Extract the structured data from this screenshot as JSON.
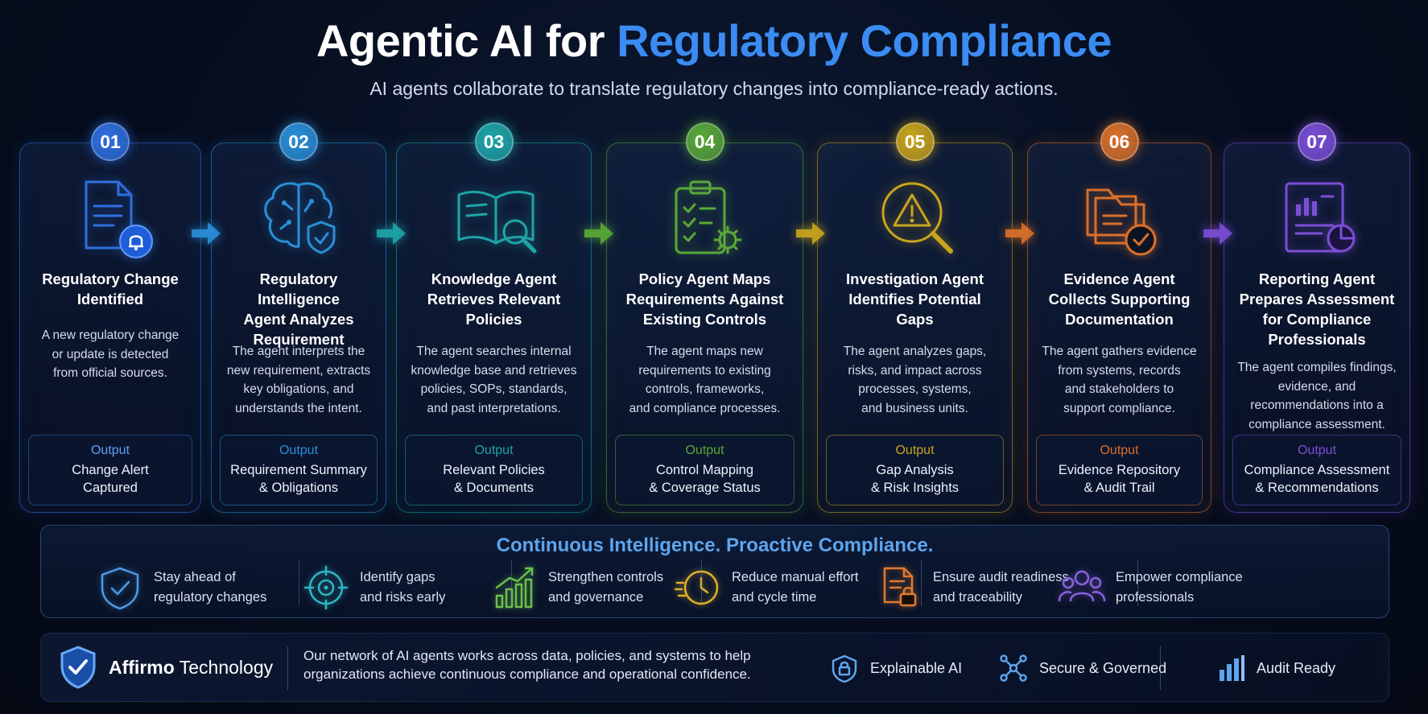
{
  "header": {
    "title_prefix": "Agentic AI for",
    "title_accent": "Regulatory Compliance",
    "subtitle": "AI agents collaborate to translate regulatory changes into compliance-ready actions."
  },
  "steps": [
    {
      "number": "01",
      "title": "Regulatory Change\nIdentified",
      "description": "A new regulatory change\nor update is detected\nfrom official sources.",
      "output_label": "Output",
      "output": "Change Alert\nCaptured",
      "color": "#2f6fe0",
      "icon": "document-bell-icon"
    },
    {
      "number": "02",
      "title": "Regulatory Intelligence\nAgent Analyzes\nRequirement",
      "description": "The agent interprets the\nnew requirement, extracts\nkey obligations, and\nunderstands the intent.",
      "output_label": "Output",
      "output": "Requirement Summary\n& Obligations",
      "color": "#2a8fd8",
      "icon": "brain-shield-icon"
    },
    {
      "number": "03",
      "title": "Knowledge Agent\nRetrieves Relevant\nPolicies",
      "description": "The agent searches internal\nknowledge base and retrieves\npolicies, SOPs, standards,\nand past interpretations.",
      "output_label": "Output",
      "output": "Relevant Policies\n& Documents",
      "color": "#1fa5a8",
      "icon": "book-search-icon"
    },
    {
      "number": "04",
      "title": "Policy Agent Maps\nRequirements Against\nExisting Controls",
      "description": "The agent maps new\nrequirements to existing\ncontrols, frameworks,\nand compliance processes.",
      "output_label": "Output",
      "output": "Control Mapping\n& Coverage Status",
      "color": "#5aa83a",
      "icon": "clipboard-gear-icon"
    },
    {
      "number": "05",
      "title": "Investigation Agent\nIdentifies Potential\nGaps",
      "description": "The agent analyzes gaps,\nrisks, and impact across\nprocesses, systems,\nand business units.",
      "output_label": "Output",
      "output": "Gap Analysis\n& Risk Insights",
      "color": "#c9a41e",
      "icon": "warning-search-icon"
    },
    {
      "number": "06",
      "title": "Evidence Agent\nCollects Supporting\nDocumentation",
      "description": "The agent gathers evidence\nfrom systems, records\nand stakeholders to\nsupport compliance.",
      "output_label": "Output",
      "output": "Evidence Repository\n& Audit Trail",
      "color": "#d9702a",
      "icon": "folders-check-icon"
    },
    {
      "number": "07",
      "title": "Reporting Agent\nPrepares Assessment\nfor Compliance\nProfessionals",
      "description": "The agent compiles findings,\nevidence, and\nrecommendations into a\ncompliance assessment.",
      "output_label": "Output",
      "output": "Compliance Assessment\n& Recommendations",
      "color": "#7a4fd6",
      "icon": "report-chart-icon"
    }
  ],
  "banner": {
    "title": "Continuous Intelligence. Proactive Compliance.",
    "benefits": [
      {
        "text": "Stay ahead of\nregulatory changes",
        "icon": "shield-check-icon",
        "color": "#4f9be8"
      },
      {
        "text": "Identify gaps\nand risks early",
        "icon": "target-icon",
        "color": "#2db7c4"
      },
      {
        "text": "Strengthen controls\nand governance",
        "icon": "growth-chart-icon",
        "color": "#6cc04a"
      },
      {
        "text": "Reduce manual effort\nand cycle time",
        "icon": "fast-clock-icon",
        "color": "#e0b02a"
      },
      {
        "text": "Ensure audit readiness\nand traceability",
        "icon": "document-lock-icon",
        "color": "#e07a2e"
      },
      {
        "text": "Empower compliance\nprofessionals",
        "icon": "people-icon",
        "color": "#8a62dc"
      }
    ]
  },
  "footer": {
    "brand_bold": "Affirmo",
    "brand_rest": " Technology",
    "text": "Our network of AI agents works across data, policies, and systems to help organizations achieve continuous compliance  and  operational confidence.",
    "badges": [
      {
        "label": "Explainable AI",
        "icon": "shield-lock-icon"
      },
      {
        "label": "Secure & Governed",
        "icon": "network-icon"
      },
      {
        "label": "Audit Ready",
        "icon": "bar-chart-icon"
      }
    ]
  }
}
